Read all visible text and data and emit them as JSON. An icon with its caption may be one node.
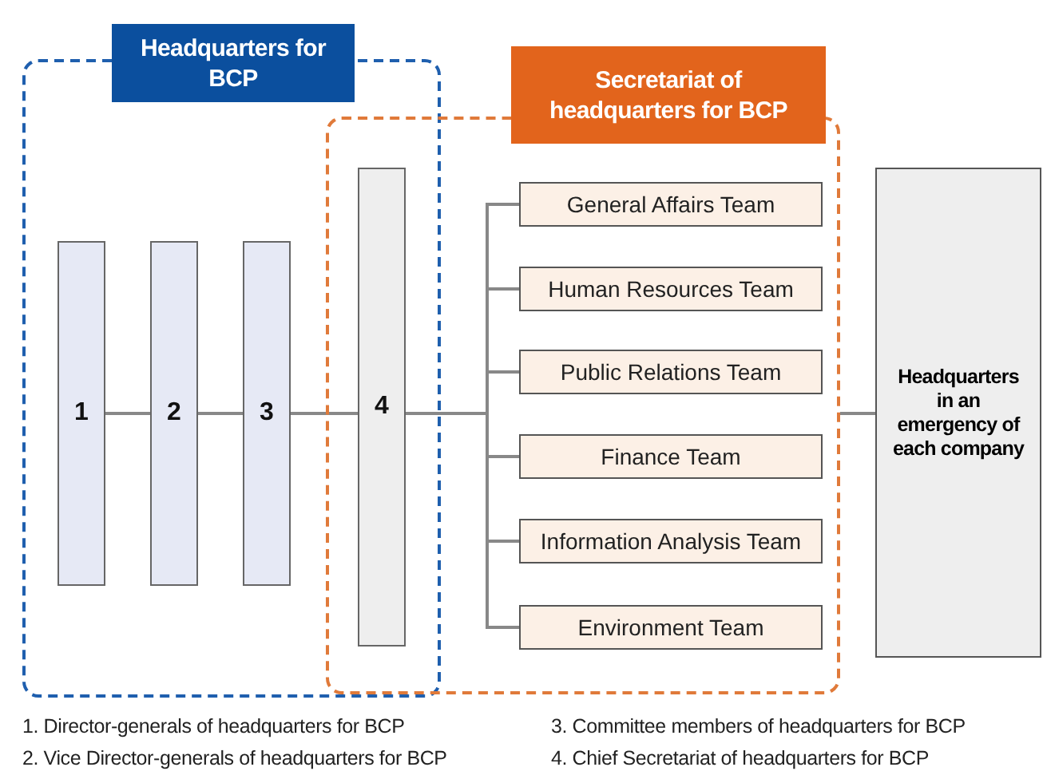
{
  "diagram": {
    "nodes": [
      {
        "text": [
          "Headquarters for BCP"
        ]
      },
      {
        "text": [
          "Secretariat of headquarters for BCP"
        ]
      },
      {
        "text": [
          "1"
        ],
        "in": 0
      },
      {
        "text": [
          "2"
        ],
        "in": 0
      },
      {
        "text": [
          "3"
        ],
        "in": 0
      },
      {
        "text": [
          "4"
        ]
      },
      {
        "text": [
          "General Affairs Team"
        ],
        "in": 1
      },
      {
        "text": [
          "Human Resources Team"
        ],
        "in": 1
      },
      {
        "text": [
          "Public Relations Team"
        ],
        "in": 1
      },
      {
        "text": [
          "Finance Team"
        ],
        "in": 1
      },
      {
        "text": [
          "Information Analysis Team"
        ],
        "in": 1
      },
      {
        "text": [
          "Environment Team"
        ],
        "in": 1
      },
      {
        "text": [
          "Headquarters in an emergency of each company"
        ]
      }
    ],
    "edges": [
      {
        "from": 2,
        "to": 3,
        "arrow": "none"
      },
      {
        "from": 3,
        "to": 4,
        "arrow": "none"
      },
      {
        "from": 4,
        "to": 5,
        "arrow": "none"
      },
      {
        "from": 5,
        "to": 6,
        "arrow": "none"
      },
      {
        "from": 5,
        "to": 7,
        "arrow": "none"
      },
      {
        "from": 5,
        "to": 8,
        "arrow": "none"
      },
      {
        "from": 5,
        "to": 9,
        "arrow": "none"
      },
      {
        "from": 5,
        "to": 10,
        "arrow": "none"
      },
      {
        "from": 5,
        "to": 11,
        "arrow": "none"
      },
      {
        "from": 1,
        "to": 12,
        "arrow": "none"
      }
    ],
    "labels": [
      "1. Director-generals of headquarters for BCP",
      "3. Committee members of headquarters for BCP",
      "2. Vice Director-generals of headquarters for BCP",
      "4. Chief Secretariat of headquarters for BCP"
    ]
  }
}
